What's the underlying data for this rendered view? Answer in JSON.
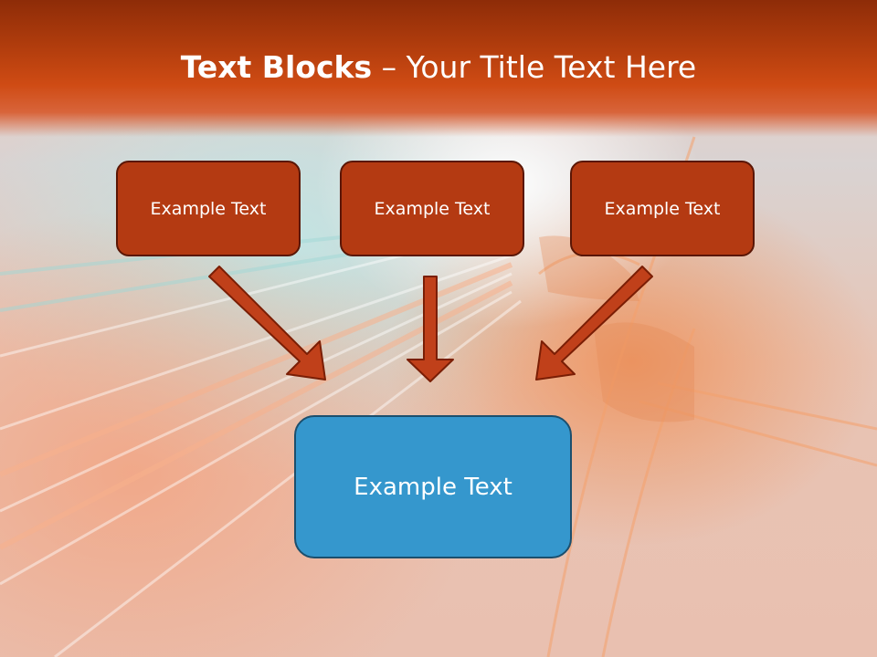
{
  "title": {
    "bold_part": "Text Blocks",
    "separator": "–",
    "rest": "Your Title Text Here"
  },
  "boxes": [
    {
      "label": "Example Text"
    },
    {
      "label": "Example Text"
    },
    {
      "label": "Example Text"
    }
  ],
  "target": {
    "label": "Example Text"
  },
  "colors": {
    "title_band": "#c2420f",
    "small_box_fill": "#b43a12",
    "small_box_border": "#5a1605",
    "big_box_fill": "#3597cd",
    "big_box_border": "#1c4f6d",
    "arrow_fill": "#c0401a",
    "arrow_stroke": "#7a1e05"
  }
}
